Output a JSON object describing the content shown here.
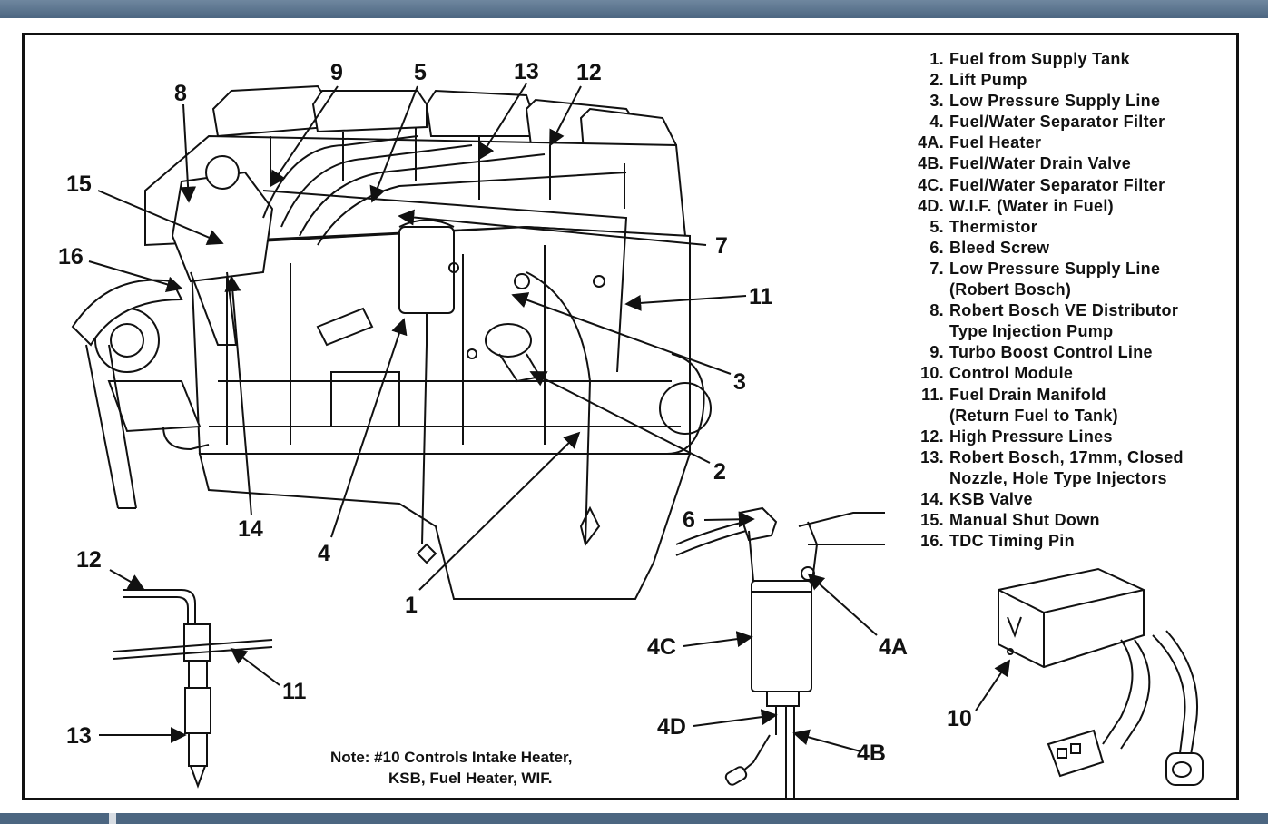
{
  "legend": [
    {
      "num": "1.",
      "lines": [
        "Fuel from Supply Tank"
      ]
    },
    {
      "num": "2.",
      "lines": [
        "Lift Pump"
      ]
    },
    {
      "num": "3.",
      "lines": [
        "Low Pressure Supply Line"
      ]
    },
    {
      "num": "4.",
      "lines": [
        "Fuel/Water Separator Filter"
      ]
    },
    {
      "num": "4A.",
      "lines": [
        "Fuel Heater"
      ]
    },
    {
      "num": "4B.",
      "lines": [
        "Fuel/Water Drain Valve"
      ]
    },
    {
      "num": "4C.",
      "lines": [
        "Fuel/Water Separator Filter"
      ]
    },
    {
      "num": "4D.",
      "lines": [
        "W.I.F. (Water in Fuel)"
      ]
    },
    {
      "num": "5.",
      "lines": [
        "Thermistor"
      ]
    },
    {
      "num": "6.",
      "lines": [
        "Bleed Screw"
      ]
    },
    {
      "num": "7.",
      "lines": [
        "Low Pressure Supply Line",
        "(Robert Bosch)"
      ]
    },
    {
      "num": "8.",
      "lines": [
        "Robert Bosch VE Distributor",
        "Type Injection Pump"
      ]
    },
    {
      "num": "9.",
      "lines": [
        "Turbo Boost Control Line"
      ]
    },
    {
      "num": "10.",
      "lines": [
        "Control Module"
      ]
    },
    {
      "num": "11.",
      "lines": [
        "Fuel Drain Manifold",
        "(Return Fuel to Tank)"
      ]
    },
    {
      "num": "12.",
      "lines": [
        "High Pressure Lines"
      ]
    },
    {
      "num": "13.",
      "lines": [
        "Robert Bosch, 17mm, Closed",
        "Nozzle, Hole Type Injectors"
      ]
    },
    {
      "num": "14.",
      "lines": [
        "KSB Valve"
      ]
    },
    {
      "num": "15.",
      "lines": [
        "Manual Shut Down"
      ]
    },
    {
      "num": "16.",
      "lines": [
        "TDC Timing Pin"
      ]
    }
  ],
  "callouts": {
    "c9": "9",
    "c5": "5",
    "c13": "13",
    "c12": "12",
    "c8": "8",
    "c15": "15",
    "c16": "16",
    "c7": "7",
    "c11": "11",
    "c3": "3",
    "c2": "2",
    "c14": "14",
    "c4": "4",
    "c1": "1",
    "c6": "6",
    "c4A": "4A",
    "c4C": "4C",
    "c4D": "4D",
    "c4B": "4B",
    "c10": "10",
    "inj12": "12",
    "inj11": "11",
    "inj13": "13"
  },
  "note": {
    "line1": "Note:  #10 Controls Intake Heater,",
    "line2": "KSB, Fuel Heater, WIF."
  }
}
